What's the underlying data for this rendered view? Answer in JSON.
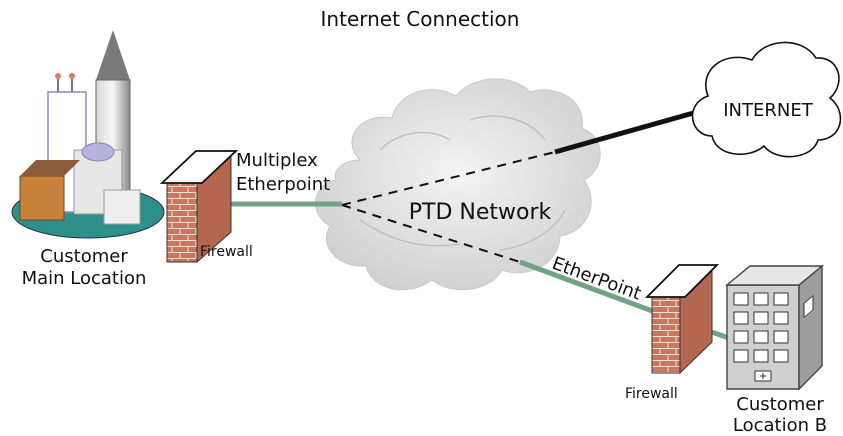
{
  "title": "Internet Connection",
  "internet_label": "INTERNET",
  "network_label": "PTD Network",
  "main_location": {
    "line1": "Customer",
    "line2": "Main Location"
  },
  "link_main": {
    "line1": "Multiplex",
    "line2": "Etherpoint"
  },
  "firewall_left_label": "Firewall",
  "firewall_right_label": "Firewall",
  "link_b_label": "EtherPoint",
  "location_b": {
    "line1": "Customer",
    "line2": "Location B"
  },
  "colors": {
    "link_green": "#6fa384",
    "internet_line": "#111111",
    "cloud_gray": "#d9d9d9",
    "brick": "#c8765e",
    "ground_teal": "#2f8f8a"
  }
}
